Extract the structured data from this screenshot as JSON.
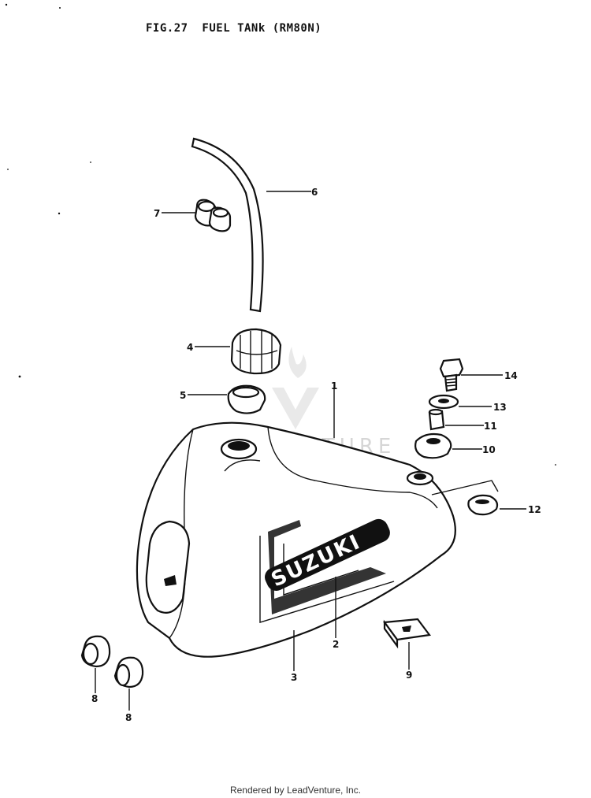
{
  "figure": {
    "title": "FIG.27  FUEL TANk (RM80N)"
  },
  "watermark": {
    "text": "LEADVENTURE"
  },
  "brand": {
    "logo_text": "SUZUKI"
  },
  "callouts": [
    "1",
    "2",
    "3",
    "4",
    "5",
    "6",
    "7",
    "8",
    "8",
    "9",
    "10",
    "11",
    "12",
    "13",
    "14"
  ],
  "footer": {
    "text": "Rendered by LeadVenture, Inc."
  }
}
